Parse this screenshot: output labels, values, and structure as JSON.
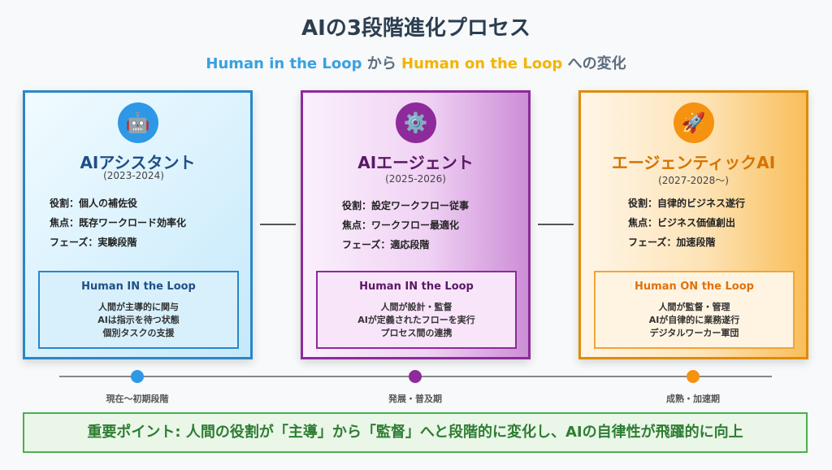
{
  "title": "AIの3段階進化プロセス",
  "subtitle": {
    "human_in": "Human in the Loop",
    "kara": " から ",
    "human_on": "Human on the Loop",
    "suffix": " への変化"
  },
  "stages": [
    {
      "icon": "robot-icon",
      "icon_glyph": "🤖",
      "title": "AIアシスタント",
      "years": "(2023-2024)",
      "details": [
        "役割：個人の補佐役",
        "焦点：既存ワークロード効率化",
        "フェーズ：実験段階"
      ],
      "mode_title": "Human IN the Loop",
      "mode_lines": [
        "人間が主導的に関与",
        "AIは指示を待つ状態",
        "個別タスクの支援"
      ]
    },
    {
      "icon": "gear-icon",
      "icon_glyph": "⚙️",
      "title": "AIエージェント",
      "years": "(2025-2026)",
      "details": [
        "役割：設定ワークフロー従事",
        "焦点：ワークフロー最適化",
        "フェーズ：適応段階"
      ],
      "mode_title": "Human IN the Loop",
      "mode_lines": [
        "人間が設計・監督",
        "AIが定義されたフローを実行",
        "プロセス間の連携"
      ]
    },
    {
      "icon": "rocket-icon",
      "icon_glyph": "🚀",
      "title": "エージェンティックAI",
      "years": "(2027-2028〜)",
      "details": [
        "役割：自律的ビジネス遂行",
        "焦点：ビジネス価値創出",
        "フェーズ：加速段階"
      ],
      "mode_title": "Human ON the Loop",
      "mode_lines": [
        "人間が監督・管理",
        "AIが自律的に業務遂行",
        "デジタルワーカー軍団"
      ]
    }
  ],
  "timeline": [
    "現在〜初期段階",
    "発展・普及期",
    "成熟・加速期"
  ],
  "colors": {
    "stage1": "#2e98e6",
    "stage2": "#8e2a9a",
    "stage3": "#f5920f",
    "key_point": "#2e7d32"
  },
  "key_point": "重要ポイント: 人間の役割が「主導」から「監督」へと段階的に変化し、AIの自律性が飛躍的に向上"
}
